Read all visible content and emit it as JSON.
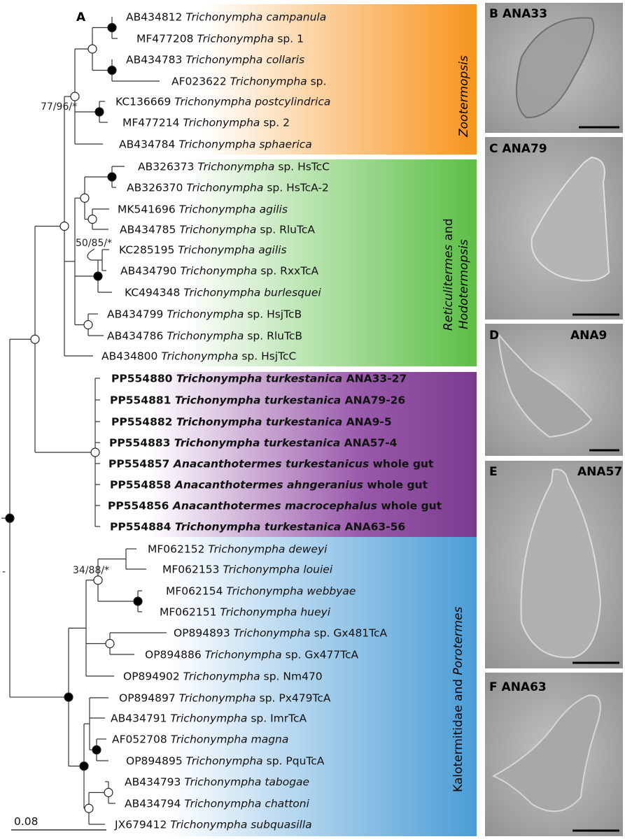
{
  "panel_a_label": "A",
  "scale_label": "0.08",
  "supports": [
    "77/96/*",
    "50/85/*",
    "34/88/*",
    "-"
  ],
  "clades": [
    {
      "key": "zoo",
      "label": "Zootermopsis",
      "italic_all": true
    },
    {
      "key": "ret",
      "label_parts": [
        {
          "text": "Reticulitermes",
          "italic": true
        },
        {
          "text": " and",
          "italic": false
        }
      ],
      "label_line2": "Hodotermopsis"
    },
    {
      "key": "kal",
      "label_parts": [
        {
          "text": "Kalotermitidae and ",
          "italic": false
        },
        {
          "text": "Porotermes",
          "italic": true
        }
      ]
    }
  ],
  "leaves": [
    {
      "acc": "AB434812",
      "genus": "Trichonympha",
      "species": "campanula",
      "sp_italic": true
    },
    {
      "acc": "MF477208",
      "genus": "Trichonympha",
      "species": "sp. 1",
      "sp_italic": false
    },
    {
      "acc": "AB434783",
      "genus": "Trichonympha",
      "species": "collaris",
      "sp_italic": true
    },
    {
      "acc": "AF023622",
      "genus": "Trichonympha",
      "species": "sp.",
      "sp_italic": false
    },
    {
      "acc": "KC136669",
      "genus": "Trichonympha",
      "species": "postcylindrica",
      "sp_italic": true
    },
    {
      "acc": "MF477214",
      "genus": "Trichonympha",
      "species": "sp. 2",
      "sp_italic": false
    },
    {
      "acc": "AB434784",
      "genus": "Trichonympha",
      "species": "sphaerica",
      "sp_italic": true
    },
    {
      "acc": "AB326373",
      "genus": "Trichonympha",
      "species": "sp. HsTcC",
      "sp_italic": false
    },
    {
      "acc": "AB326370",
      "genus": "Trichonympha",
      "species": "sp. HsTcA-2",
      "sp_italic": false
    },
    {
      "acc": "MK541696",
      "genus": "Trichonympha",
      "species": "agilis",
      "sp_italic": true
    },
    {
      "acc": "AB434785",
      "genus": "Trichonympha",
      "species": "sp. RluTcA",
      "sp_italic": false
    },
    {
      "acc": "KC285195",
      "genus": "Trichonympha",
      "species": "agilis",
      "sp_italic": true
    },
    {
      "acc": "AB434790",
      "genus": "Trichonympha",
      "species": "sp. RxxTcA",
      "sp_italic": false
    },
    {
      "acc": "KC494348",
      "genus": "Trichonympha",
      "species": "burlesquei",
      "sp_italic": true
    },
    {
      "acc": "AB434799",
      "genus": "Trichonympha",
      "species": "sp. HsjTcB",
      "sp_italic": false
    },
    {
      "acc": "AB434786",
      "genus": "Trichonympha",
      "species": "sp. RluTcB",
      "sp_italic": false
    },
    {
      "acc": "AB434800",
      "genus": "Trichonympha",
      "species": "sp. HsjTcC",
      "sp_italic": false
    },
    {
      "acc": "PP554880",
      "genus": "Trichonympha",
      "species": "turkestanica",
      "sp_italic": true,
      "tail": "ANA33-27",
      "bold": true
    },
    {
      "acc": "PP554881",
      "genus": "Trichonympha",
      "species": "turkestanica",
      "sp_italic": true,
      "tail": "ANA79-26",
      "bold": true
    },
    {
      "acc": "PP554882",
      "genus": "Trichonympha",
      "species": "turkestanica",
      "sp_italic": true,
      "tail": "ANA9-5",
      "bold": true
    },
    {
      "acc": "PP554883",
      "genus": "Trichonympha",
      "species": "turkestanica",
      "sp_italic": true,
      "tail": "ANA57-4",
      "bold": true
    },
    {
      "acc": "PP554857",
      "genus": "Anacanthotermes",
      "species": "turkestanicus",
      "sp_italic": true,
      "tail": "whole gut",
      "bold": true
    },
    {
      "acc": "PP554858",
      "genus": "Anacanthotermes",
      "species": "ahngeranius",
      "sp_italic": true,
      "tail": "whole gut",
      "bold": true
    },
    {
      "acc": "PP554856",
      "genus": "Anacanthotermes",
      "species": "macrocephalus",
      "sp_italic": true,
      "tail": "whole gut",
      "bold": true
    },
    {
      "acc": "PP554884",
      "genus": "Trichonympha",
      "species": "turkestanica",
      "sp_italic": true,
      "tail": "ANA63-56",
      "bold": true
    },
    {
      "acc": "MF062152",
      "genus": "Trichonympha",
      "species": "deweyi",
      "sp_italic": true
    },
    {
      "acc": "MF062153",
      "genus": "Trichonympha",
      "species": "louiei",
      "sp_italic": true
    },
    {
      "acc": "MF062154",
      "genus": "Trichonympha",
      "species": "webbyae",
      "sp_italic": true
    },
    {
      "acc": "MF062151",
      "genus": "Trichonympha",
      "species": "hueyi",
      "sp_italic": true
    },
    {
      "acc": "OP894893",
      "genus": "Trichonympha",
      "species": "sp. Gx481TcA",
      "sp_italic": false
    },
    {
      "acc": "OP894886",
      "genus": "Trichonympha",
      "species": "sp. Gx477TcA",
      "sp_italic": false
    },
    {
      "acc": "OP894902",
      "genus": "Trichonympha",
      "species": "sp. Nm470",
      "sp_italic": false
    },
    {
      "acc": "OP894897",
      "genus": "Trichonympha",
      "species": "sp. Px479TcA",
      "sp_italic": false
    },
    {
      "acc": "AB434791",
      "genus": "Trichonympha",
      "species": "sp. ImrTcA",
      "sp_italic": false
    },
    {
      "acc": "AF052708",
      "genus": "Trichonympha",
      "species": "magna",
      "sp_italic": true
    },
    {
      "acc": "OP894895",
      "genus": "Trichonympha",
      "species": "sp. PquTcA",
      "sp_italic": false
    },
    {
      "acc": "AB434793",
      "genus": "Trichonympha",
      "species": "tabogae",
      "sp_italic": true
    },
    {
      "acc": "AB434794",
      "genus": "Trichonympha",
      "species": "chattoni",
      "sp_italic": true
    },
    {
      "acc": "JX679412",
      "genus": "Trichonympha",
      "species": "subquasilla",
      "sp_italic": true
    }
  ],
  "photos": [
    {
      "letter": "B",
      "name": "ANA33",
      "label_side": "left"
    },
    {
      "letter": "C",
      "name": "ANA79",
      "label_side": "left"
    },
    {
      "letter": "D",
      "name": "ANA9",
      "label_side": "split"
    },
    {
      "letter": "E",
      "name": "ANA57",
      "label_side": "split"
    },
    {
      "letter": "F",
      "name": "ANA63",
      "label_side": "left"
    }
  ],
  "colors": {
    "zootermopsis": "#f7941d",
    "reticulitermes": "#5bbf45",
    "anacanthotermes": "#7a3a8f",
    "kalotermitidae": "#4a9cd6",
    "node_filled": "#000000",
    "node_open": "#ffffff"
  }
}
